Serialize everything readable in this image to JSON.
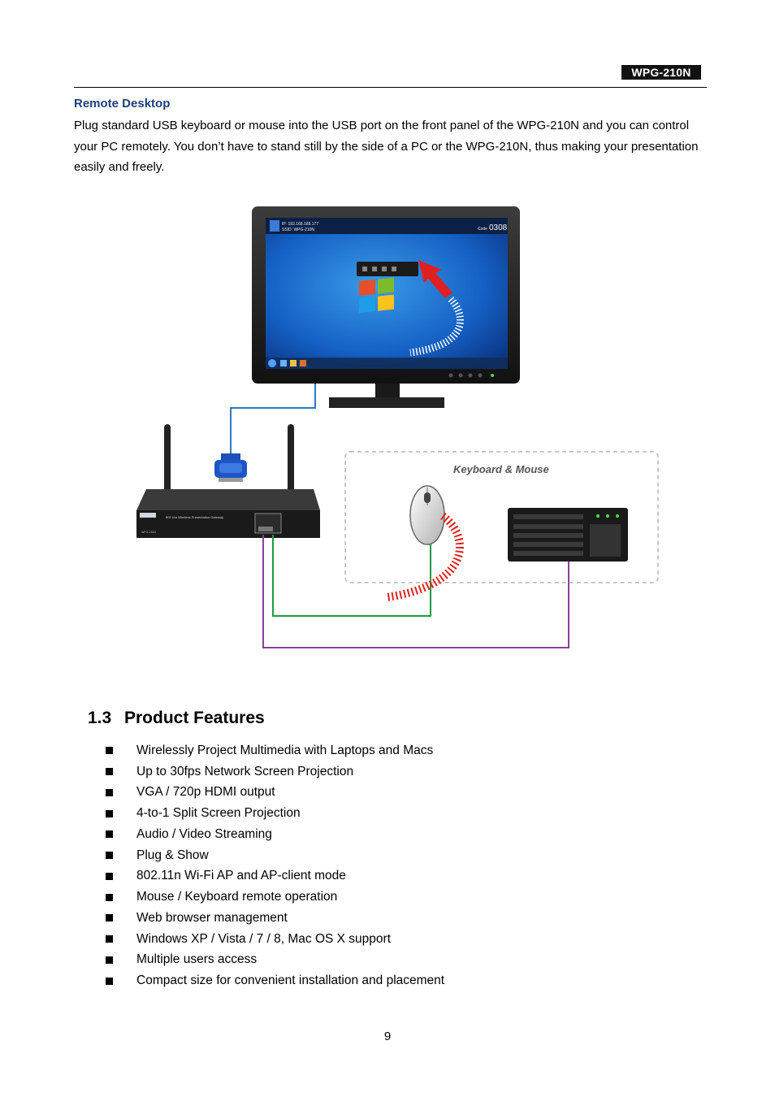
{
  "header": {
    "model_badge": "WPG-210N"
  },
  "remote_desktop": {
    "title": "Remote Desktop",
    "body": "Plug standard USB keyboard or mouse into the USB port on the front panel of the WPG-210N and you can control your PC remotely. You don’t have to stand still by the side of a PC or the WPG-210N, thus making your presentation easily and freely."
  },
  "figure": {
    "screen_ip_text": "IP: 192.168.168.177",
    "screen_ssid_text": "SSID: WPG-210N",
    "screen_code_label": "Code",
    "screen_code_value": "0308",
    "device_label": "802.11n Wireless Presentation Gateway",
    "device_model": "WPG-210N",
    "keyboard_mouse_label": "Keyboard & Mouse",
    "colors": {
      "vga_cable": "#2a78c8",
      "usb_mouse_cable": "#1f9a46",
      "usb_keyboard_cable": "#8e3e9e",
      "arrow": "#e02020"
    }
  },
  "features_section": {
    "number": "1.3",
    "title": "Product Features",
    "items": [
      "Wirelessly Project Multimedia with Laptops and Macs",
      "Up to 30fps Network Screen Projection",
      "VGA / 720p HDMI output",
      "4-to-1 Split Screen Projection",
      "Audio / Video Streaming",
      "Plug & Show",
      "802.11n Wi-Fi AP and AP-client mode",
      "Mouse / Keyboard remote operation",
      "Web browser management",
      "Windows XP / Vista / 7 / 8, Mac OS X support",
      "Multiple users access",
      "Compact size for convenient installation and placement"
    ]
  },
  "footer": {
    "page_number": "9"
  }
}
